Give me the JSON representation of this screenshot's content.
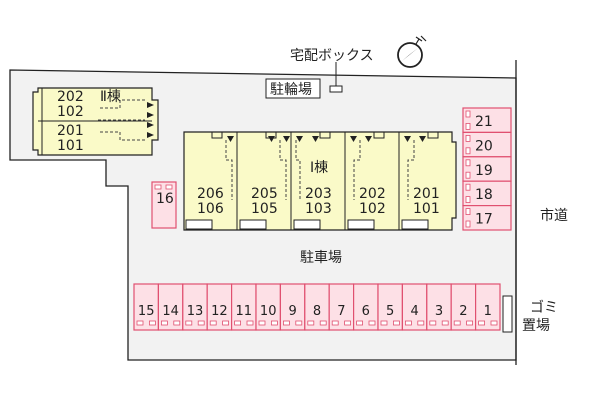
{
  "labels": {
    "delivery_box": "宅配ボックス",
    "bicycle_parking": "駐輪場",
    "parking_lot": "駐車場",
    "city_road": "市道",
    "garbage_line1": "ゴミ",
    "garbage_line2": "置場"
  },
  "building1": {
    "name": "Ⅰ棟",
    "units": [
      {
        "top": "206",
        "bottom": "106"
      },
      {
        "top": "205",
        "bottom": "105"
      },
      {
        "top": "203",
        "bottom": "103"
      },
      {
        "top": "202",
        "bottom": "102"
      },
      {
        "top": "201",
        "bottom": "101"
      }
    ]
  },
  "building2": {
    "name": "Ⅱ棟",
    "units": [
      {
        "top": "202",
        "bottom": "102"
      },
      {
        "top": "201",
        "bottom": "101"
      }
    ]
  },
  "parking_bottom": [
    "15",
    "14",
    "13",
    "12",
    "11",
    "10",
    "9",
    "8",
    "7",
    "6",
    "5",
    "4",
    "3",
    "2",
    "1"
  ],
  "parking_right": [
    "21",
    "20",
    "19",
    "18",
    "17"
  ],
  "parking_single": "16",
  "compass": "north-arrow",
  "colors": {
    "building_fill": "#fafac8",
    "parking_fill": "#fde0e6",
    "parking_stroke": "#e05070",
    "outline": "#222222"
  }
}
